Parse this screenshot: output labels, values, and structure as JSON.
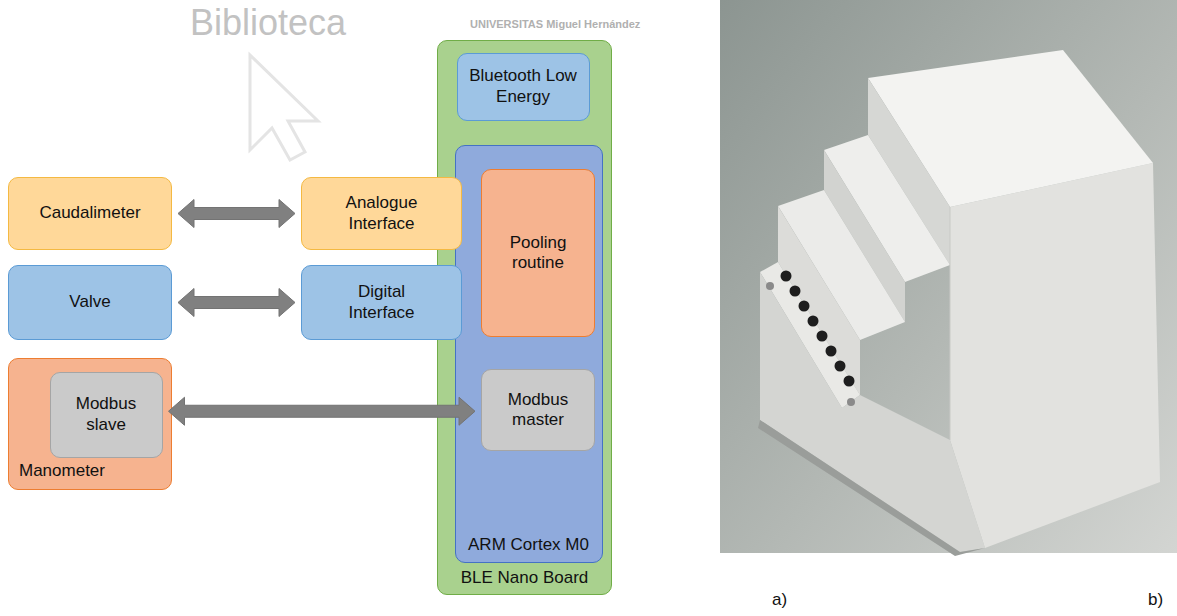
{
  "diagram": {
    "nodes": [
      {
        "text": [
          "BLE Nano Board"
        ]
      },
      {
        "text": [
          "Bluetooth Low Energy"
        ],
        "in": 0
      },
      {
        "text": [
          "ARM Cortex M0"
        ],
        "in": 0
      },
      {
        "text": [
          "Pooling routine"
        ],
        "in": 2
      },
      {
        "text": [
          "Modbus master"
        ],
        "in": 2
      },
      {
        "text": [
          "Caudalimeter"
        ]
      },
      {
        "text": [
          "Analogue Interface"
        ]
      },
      {
        "text": [
          "Valve"
        ]
      },
      {
        "text": [
          "Digital Interface"
        ]
      },
      {
        "text": [
          "Manometer"
        ]
      },
      {
        "text": [
          "Modbus slave"
        ],
        "in": 9
      }
    ],
    "edges": [
      {
        "from": 5,
        "to": 6,
        "arrow": "both"
      },
      {
        "from": 7,
        "to": 8,
        "arrow": "both"
      },
      {
        "from": 10,
        "to": 4,
        "arrow": "both"
      }
    ],
    "labels": [
      "Biblioteca",
      "UNIVERSITAS Miguel Hernández",
      "a)",
      "b)"
    ]
  }
}
